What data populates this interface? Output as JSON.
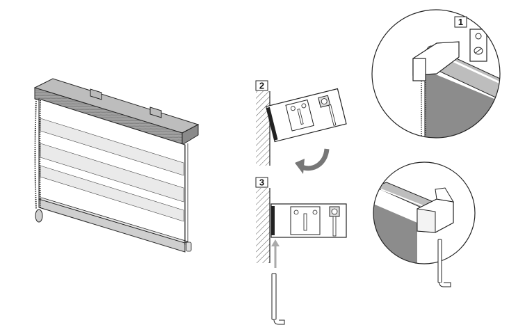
{
  "steps": [
    {
      "label": "1"
    },
    {
      "label": "2"
    },
    {
      "label": "3"
    }
  ],
  "colors": {
    "line": "#222222",
    "fabric_dark": "#8c8c8c",
    "fabric_light": "#d9d9d9",
    "cassette": "#9a9a9a",
    "hatch": "#555555",
    "background": "#ffffff"
  },
  "icons": [
    "roller-blind-icon",
    "wall-bracket-icon",
    "rotate-arrow-icon",
    "allen-key-icon",
    "magnified-detail-icon"
  ]
}
